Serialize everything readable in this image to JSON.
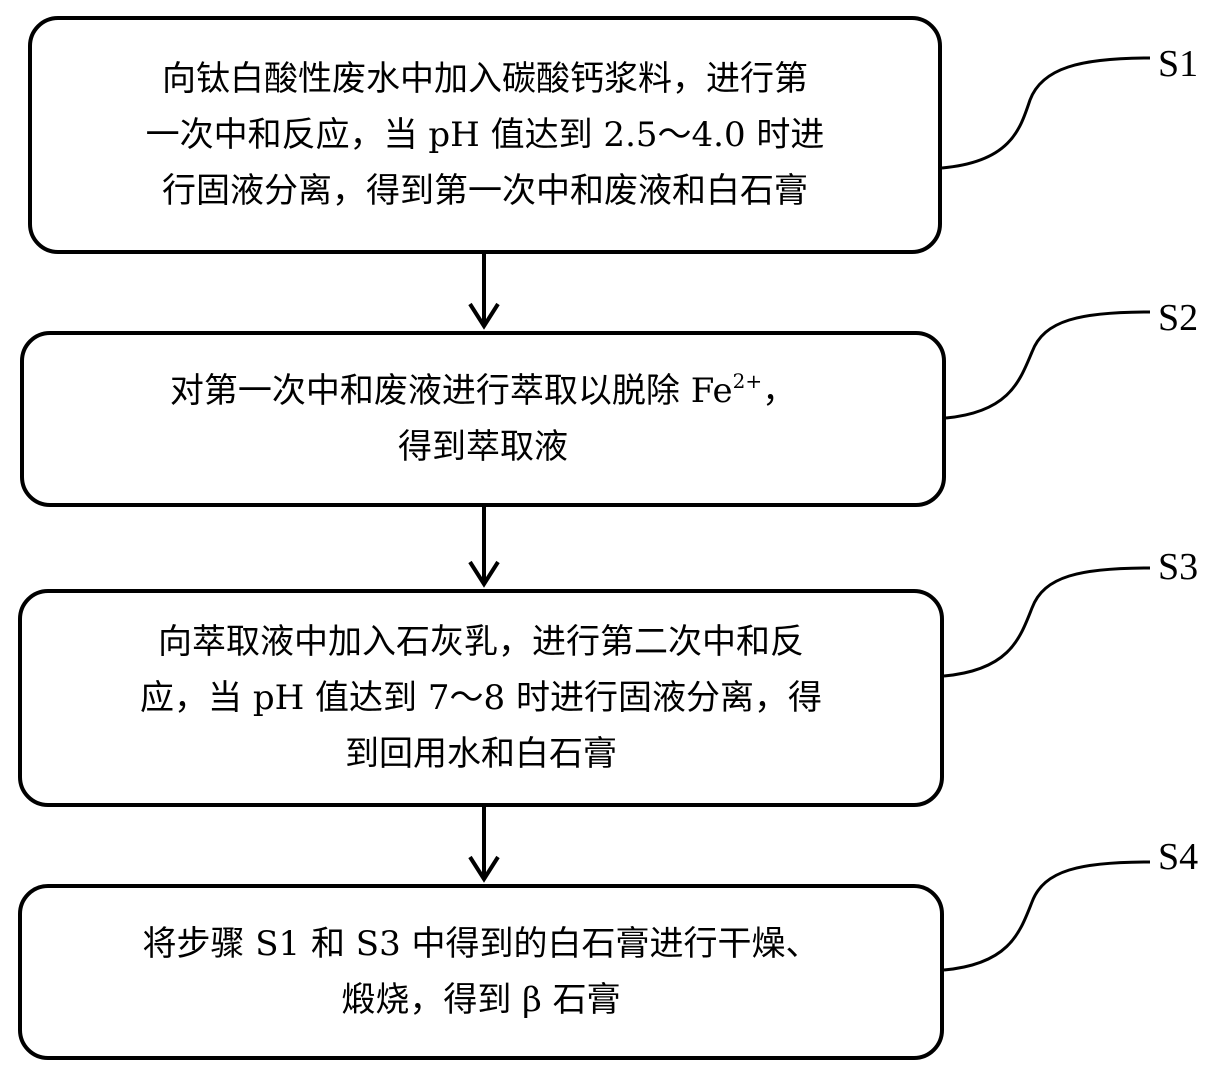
{
  "steps": [
    {
      "id": "S1",
      "lines": [
        "向钛白酸性废水中加入碳酸钙浆料，进行第",
        "一次中和反应，当 pH 值达到 2.5～4.0 时进",
        "行固液分离，得到第一次中和废液和白石膏"
      ]
    },
    {
      "id": "S2",
      "line1_before_sup": "对第一次中和废液进行萃取以脱除 Fe",
      "line1_sup": "2+",
      "line1_after_sup": "，",
      "line2": "得到萃取液"
    },
    {
      "id": "S3",
      "lines": [
        "向萃取液中加入石灰乳，进行第二次中和反",
        "应，当 pH 值达到 7～8 时进行固液分离，得",
        "到回用水和白石膏"
      ]
    },
    {
      "id": "S4",
      "lines": [
        "将步骤 S1 和 S3 中得到的白石膏进行干燥、",
        "煅烧，得到 β 石膏"
      ]
    }
  ]
}
